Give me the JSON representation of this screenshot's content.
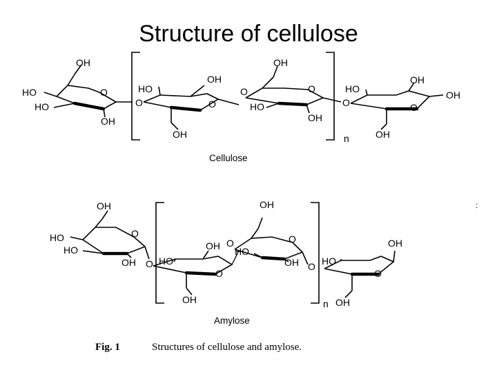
{
  "slide": {
    "title": "Structure of cellulose"
  },
  "cellulose": {
    "caption": "Cellulose",
    "repeat_label": "n",
    "labels": {
      "r1_ch2oh": "OH",
      "r1_ho_top": "HO",
      "r1_ho_bot": "HO",
      "r1_oh": "OH",
      "r1_ring_o": "O",
      "link1_o": "O",
      "r2_ho": "HO",
      "r2_oh": "OH",
      "r2_ch2oh": "OH",
      "r2_ring_o": "O",
      "link2_o": "O",
      "r3_ch2oh": "OH",
      "r3_ho": "HO",
      "r3_oh": "OH",
      "r3_ring_o": "O",
      "link3_o": "O",
      "r4_ho": "HO",
      "r4_oh_top": "OH",
      "r4_oh_right": "OH",
      "r4_ch2oh": "OH",
      "r4_ring_o": "O"
    }
  },
  "amylose": {
    "caption": "Amylose",
    "repeat_label": "n",
    "labels": {
      "r1_ch2oh": "OH",
      "r1_ho_top": "HO",
      "r1_ho_bot": "HO",
      "r1_oh": "OH",
      "r1_ring_o": "O",
      "link1_o": "O",
      "r2_ho": "HO",
      "r2_oh": "OH",
      "r2_ch2oh": "OH",
      "r2_ring_o": "O",
      "link2_o": "O",
      "r3_ch2oh": "OH",
      "r3_ho": "HO",
      "r3_oh": "OH",
      "r3_ring_o": "O",
      "link3_o": "O",
      "r4_ho": "HO",
      "r4_oh": "OH",
      "r4_ch2oh": "OH",
      "r4_ring_o": "O"
    }
  },
  "figure": {
    "label": "Fig. 1",
    "caption": "Structures of cellulose and amylose."
  },
  "stray_mark": ":"
}
